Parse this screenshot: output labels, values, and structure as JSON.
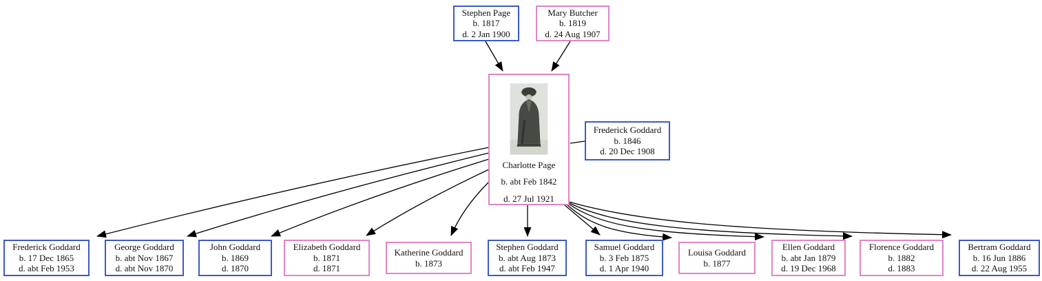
{
  "app": {
    "type": "family-tree-pedigree-chart"
  },
  "colors": {
    "male_border": "#3b5bc4",
    "female_border": "#df84c8",
    "edge": "#000000",
    "background": "#ffffff",
    "text": "#111111"
  },
  "tree": {
    "father": {
      "name": "Stephen Page",
      "birth": "b. 1817",
      "death": "d. 2 Jan 1900",
      "gender": "male"
    },
    "mother": {
      "name": "Mary Butcher",
      "birth": "b. 1819",
      "death": "d. 24 Aug 1907",
      "gender": "female"
    },
    "subject": {
      "name": "Charlotte Page",
      "birth": "b. abt Feb 1842",
      "death": "d. 27 Jul 1921",
      "gender": "female",
      "photo_alt": "black-and-white portrait photograph of a standing woman in a dark hat and long coat"
    },
    "spouse": {
      "name": "Frederick Goddard",
      "birth": "b. 1846",
      "death": "d. 20 Dec 1908",
      "gender": "male"
    },
    "children": [
      {
        "name": "Frederick Goddard",
        "birth": "b. 17 Dec 1865",
        "death": "d. abt Feb 1953",
        "gender": "male"
      },
      {
        "name": "George Goddard",
        "birth": "b. abt Nov 1867",
        "death": "d. abt Nov 1870",
        "gender": "male"
      },
      {
        "name": "John Goddard",
        "birth": "b. 1869",
        "death": "d. 1870",
        "gender": "male"
      },
      {
        "name": "Elizabeth Goddard",
        "birth": "b. 1871",
        "death": "d. 1871",
        "gender": "female"
      },
      {
        "name": "Katherine Goddard",
        "birth": "b. 1873",
        "death": "",
        "gender": "female"
      },
      {
        "name": "Stephen Goddard",
        "birth": "b. abt Aug 1873",
        "death": "d. abt Feb 1947",
        "gender": "male"
      },
      {
        "name": "Samuel Goddard",
        "birth": "b. 3 Feb 1875",
        "death": "d. 1 Apr 1940",
        "gender": "male"
      },
      {
        "name": "Louisa Goddard",
        "birth": "b. 1877",
        "death": "",
        "gender": "female"
      },
      {
        "name": "Ellen Goddard",
        "birth": "b. abt Jan 1879",
        "death": "d. 19 Dec 1968",
        "gender": "female"
      },
      {
        "name": "Florence Goddard",
        "birth": "b. 1882",
        "death": "d. 1883",
        "gender": "female"
      },
      {
        "name": "Bertram Goddard",
        "birth": "b. 16 Jun 1886",
        "death": "d. 22 Aug 1955",
        "gender": "male"
      }
    ]
  }
}
